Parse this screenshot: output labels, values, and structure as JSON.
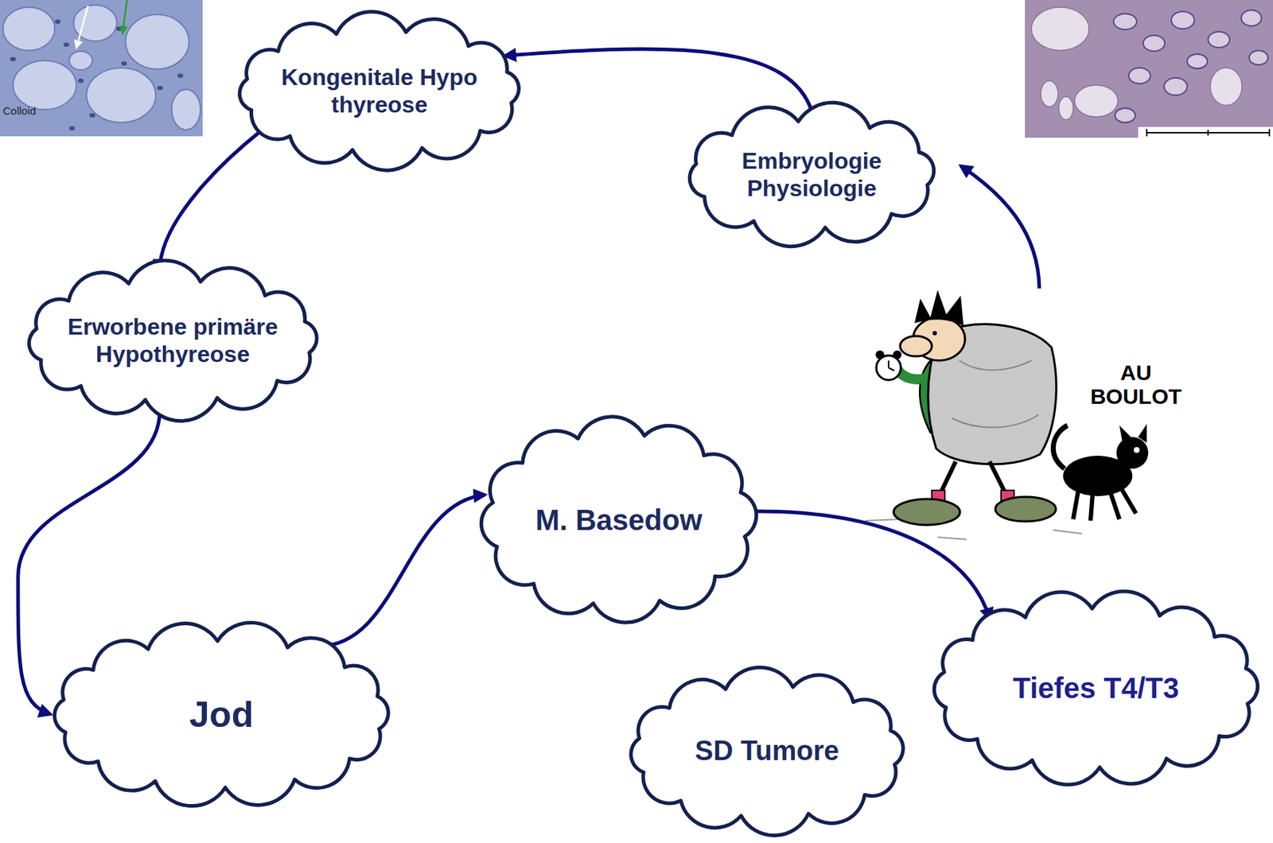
{
  "diagram": {
    "nodes": [
      {
        "text": [
          "Kongenitale Hypo thyreose"
        ]
      },
      {
        "text": [
          "Embryologie Physiologie"
        ]
      },
      {
        "text": [
          "Erworbene primäre Hypothyreose"
        ]
      },
      {
        "text": [
          "M. Basedow"
        ]
      },
      {
        "text": [
          "Tiefes T4/T3"
        ]
      },
      {
        "text": [
          "Jod"
        ]
      },
      {
        "text": [
          "SD Tumore"
        ]
      }
    ],
    "edges": [
      {
        "from": 1,
        "to": 0,
        "arrow": "to"
      },
      {
        "from": 0,
        "to": 2,
        "arrow": "to"
      },
      {
        "from": 2,
        "to": 5,
        "arrow": "to"
      },
      {
        "from": 5,
        "to": 3,
        "arrow": "to"
      },
      {
        "from": 3,
        "to": 4,
        "arrow": "to"
      }
    ],
    "labels": [
      "Colloid",
      "AU BOULOT"
    ]
  }
}
